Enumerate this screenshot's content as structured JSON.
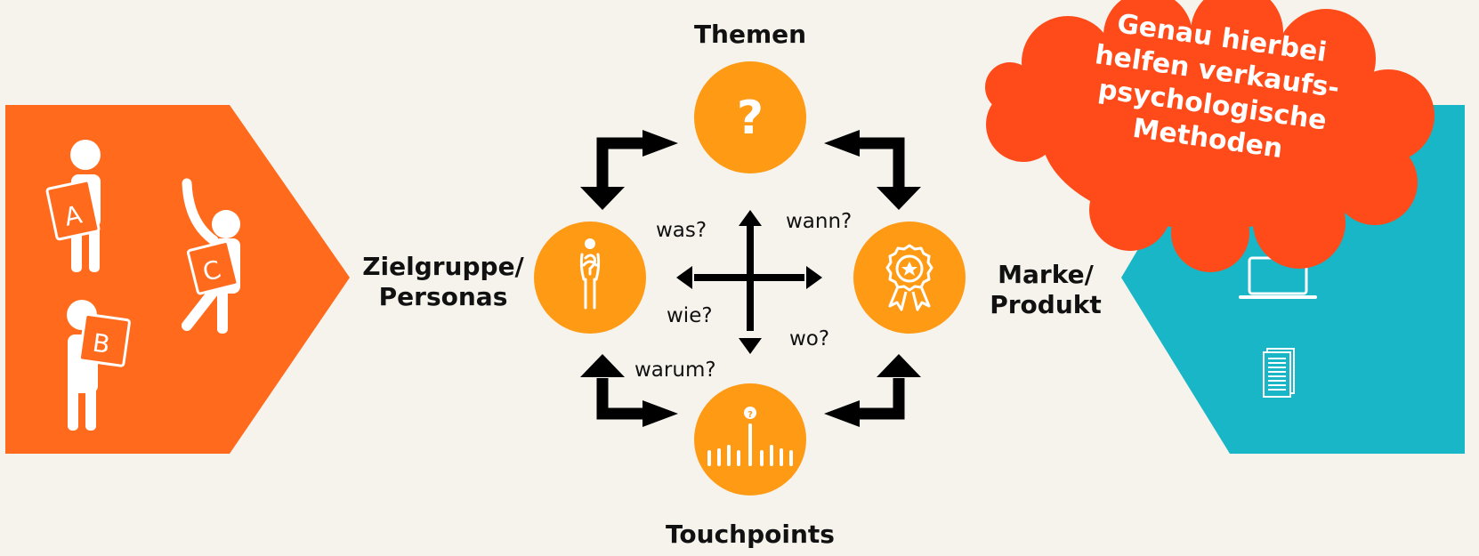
{
  "labels": {
    "themen": "Themen",
    "zielgruppe": [
      "Zielgruppe/",
      "Personas"
    ],
    "marke": [
      "Marke/",
      "Produkt"
    ],
    "touchpoints": "Touchpoints"
  },
  "questions": {
    "was": "was?",
    "wann": "wann?",
    "wie": "wie?",
    "wo": "wo?",
    "warum": "warum?"
  },
  "cloud": {
    "lines": [
      "Genau hierbei",
      "helfen verkaufs-",
      "psychologische",
      "Methoden"
    ]
  },
  "persona_letters": [
    "A",
    "C",
    "B"
  ],
  "node_glyphs": {
    "themen": "?"
  },
  "colors": {
    "background": "#f6f3ec",
    "left_panel": "#ff6a1c",
    "right_panel": "#19b6c7",
    "circle": "#ff9a14",
    "cloud": "#ff4a1a",
    "arrow": "#000000"
  },
  "icons": {
    "left_panel": "persona-figures-icon",
    "themen": "question-mark-icon",
    "zielgruppe": "person-question-icon",
    "marke": "award-badge-icon",
    "touchpoints": "signal-bars-icon",
    "right_panel": [
      "laptop-icon",
      "document-icon"
    ]
  }
}
